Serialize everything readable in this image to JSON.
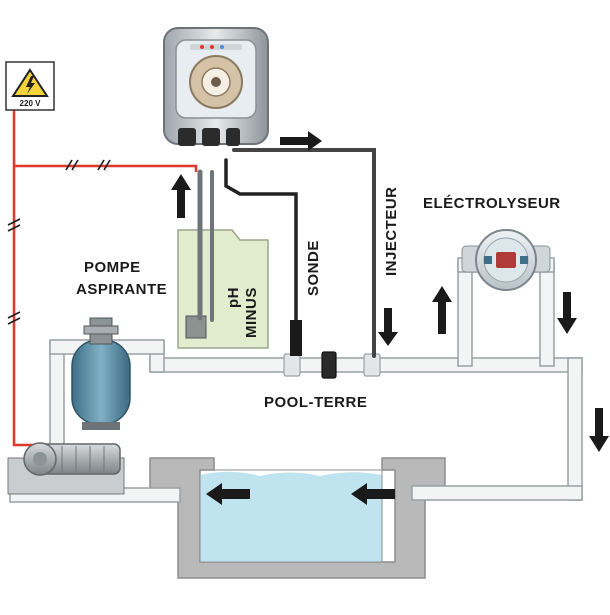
{
  "labels": {
    "voltage": "220 V",
    "pump": "POMPE\nASPIRANTE",
    "pump_line1": "POMPE",
    "pump_line2": "ASPIRANTE",
    "ph_line1": "pH",
    "ph_line2": "MINUS",
    "sonde": "SONDE",
    "injecteur": "INJECTEUR",
    "electrolyseur": "ELÉCTROLYSEUR",
    "pool_terre": "POOL-TERRE"
  },
  "icons": {
    "warning": "high-voltage-warning-icon",
    "arrow": "flow-arrow-icon"
  },
  "colors": {
    "electric_wire": "#e0392b",
    "pipe_fill": "#f3f4f4",
    "pipe_stroke": "#9aa0a3",
    "water": "#bfe3ef",
    "concrete": "#b9b9b9",
    "warning_yellow": "#f5d33a",
    "tank": "#5e8ea6",
    "text": "#1a1a1a"
  }
}
